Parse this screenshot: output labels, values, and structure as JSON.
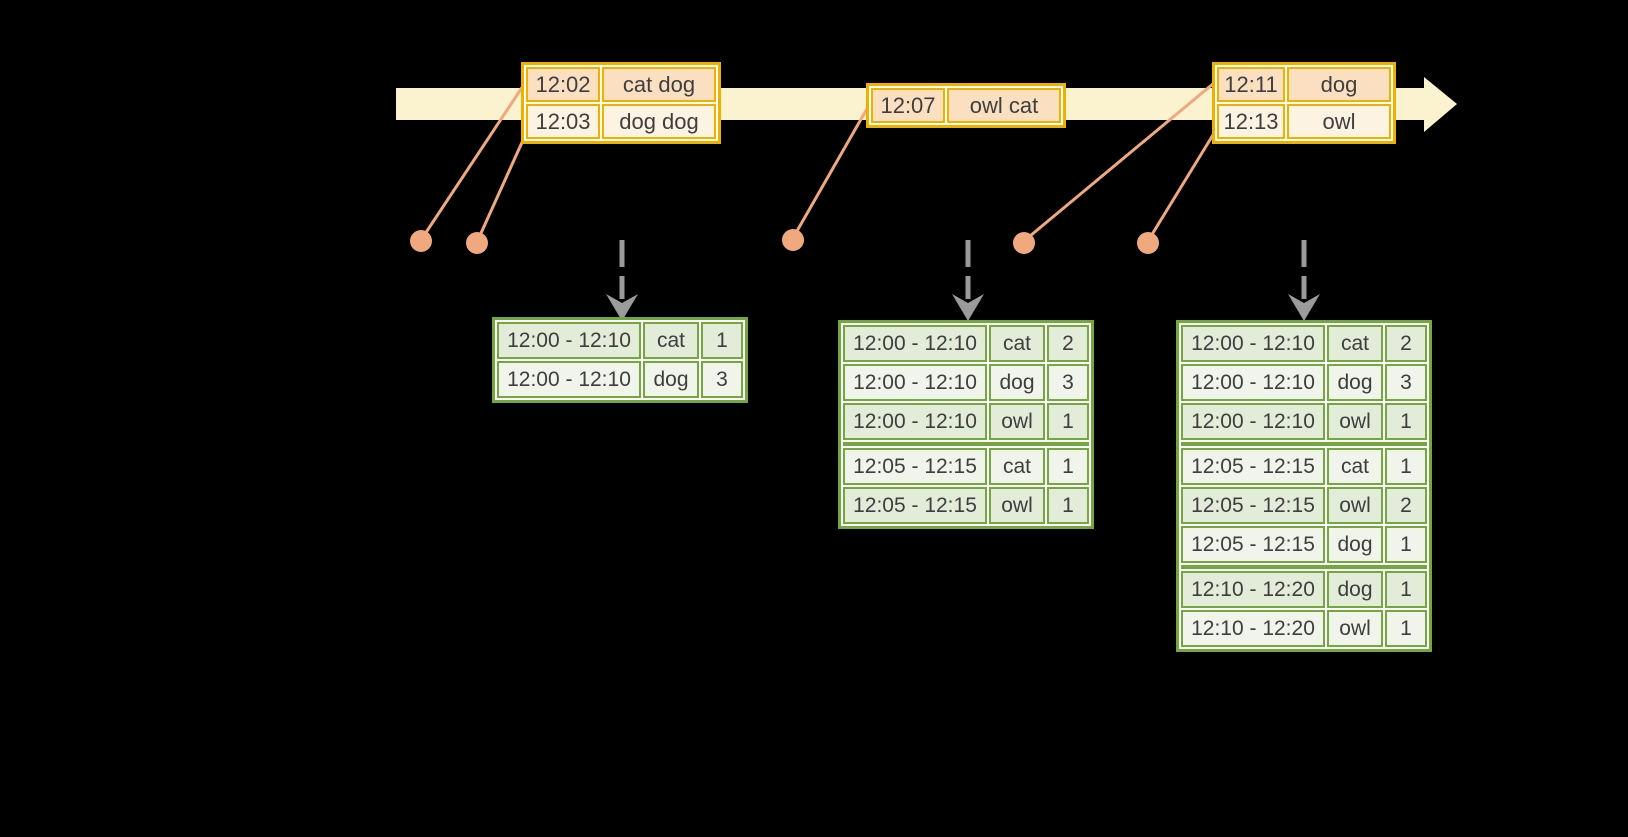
{
  "colors": {
    "background": "#000000",
    "timeline_fill": "#FBF2CF",
    "event_border": "#F0B000",
    "event_row_dark": "#FADFC0",
    "event_row_light": "#FDF3E2",
    "event_marker": "#F0A87E",
    "result_border": "#72A83D",
    "result_row_dark": "#E3ECD9",
    "result_row_light": "#F0F4EA",
    "trigger_arrow": "#9B9B9B",
    "text": "#3E3E3E"
  },
  "events": [
    {
      "rows": [
        {
          "time": "12:02",
          "words": "cat dog"
        },
        {
          "time": "12:03",
          "words": "dog dog"
        }
      ]
    },
    {
      "rows": [
        {
          "time": "12:07",
          "words": "owl cat"
        }
      ]
    },
    {
      "rows": [
        {
          "time": "12:11",
          "words": "dog"
        },
        {
          "time": "12:13",
          "words": "owl"
        }
      ]
    }
  ],
  "results": [
    {
      "rows": [
        {
          "window": "12:00 - 12:10",
          "word": "cat",
          "count": "1"
        },
        {
          "window": "12:00 - 12:10",
          "word": "dog",
          "count": "3"
        }
      ]
    },
    {
      "rows": [
        {
          "window": "12:00 - 12:10",
          "word": "cat",
          "count": "2"
        },
        {
          "window": "12:00 - 12:10",
          "word": "dog",
          "count": "3"
        },
        {
          "window": "12:00 - 12:10",
          "word": "owl",
          "count": "1"
        },
        {
          "window": "12:05 - 12:15",
          "word": "cat",
          "count": "1"
        },
        {
          "window": "12:05 - 12:15",
          "word": "owl",
          "count": "1"
        }
      ]
    },
    {
      "rows": [
        {
          "window": "12:00 - 12:10",
          "word": "cat",
          "count": "2"
        },
        {
          "window": "12:00 - 12:10",
          "word": "dog",
          "count": "3"
        },
        {
          "window": "12:00 - 12:10",
          "word": "owl",
          "count": "1"
        },
        {
          "window": "12:05 - 12:15",
          "word": "cat",
          "count": "1"
        },
        {
          "window": "12:05 - 12:15",
          "word": "owl",
          "count": "2"
        },
        {
          "window": "12:05 - 12:15",
          "word": "dog",
          "count": "1"
        },
        {
          "window": "12:10 - 12:20",
          "word": "dog",
          "count": "1"
        },
        {
          "window": "12:10 - 12:20",
          "word": "owl",
          "count": "1"
        }
      ]
    }
  ]
}
